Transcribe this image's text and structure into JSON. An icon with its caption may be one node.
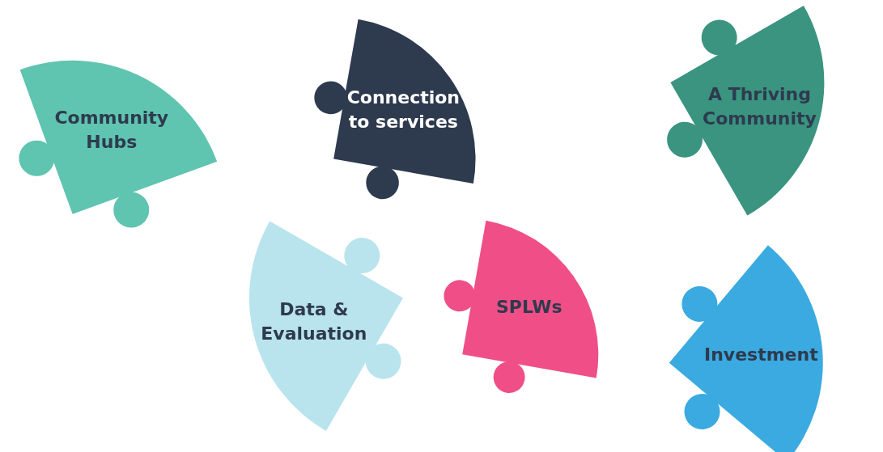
{
  "diagram": {
    "nodes": [
      {
        "text": [
          "Community Hubs"
        ]
      },
      {
        "text": [
          "Connection to services"
        ]
      },
      {
        "text": [
          "A Thriving Community"
        ]
      },
      {
        "text": [
          "Data & Evaluation"
        ]
      },
      {
        "text": [
          "SPLWs"
        ]
      },
      {
        "text": [
          "Investment"
        ]
      }
    ]
  }
}
